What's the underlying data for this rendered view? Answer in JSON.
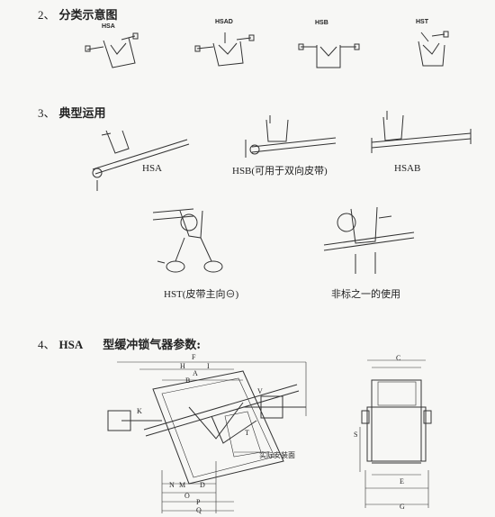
{
  "sections": {
    "classification": {
      "number": "2、",
      "title": "分类示意图",
      "types": [
        "HSA",
        "HSAD",
        "HSB",
        "HST"
      ]
    },
    "applications": {
      "number": "3、",
      "title": "典型运用",
      "items": [
        "HSA",
        "HSB(可用于双向皮带)",
        "HSAB",
        "HST(皮带主向⊖)",
        "非标之一的使用"
      ]
    },
    "parameters": {
      "number": "4、",
      "title_prefix": "HSA",
      "title": "型缓冲锁气器参数:",
      "dimension_letters": [
        "F",
        "H",
        "I",
        "A",
        "B",
        "V",
        "K",
        "T",
        "M",
        "N",
        "D",
        "O",
        "P",
        "Q",
        "C",
        "S",
        "E",
        "G"
      ],
      "annotation": "实际安装面"
    }
  }
}
